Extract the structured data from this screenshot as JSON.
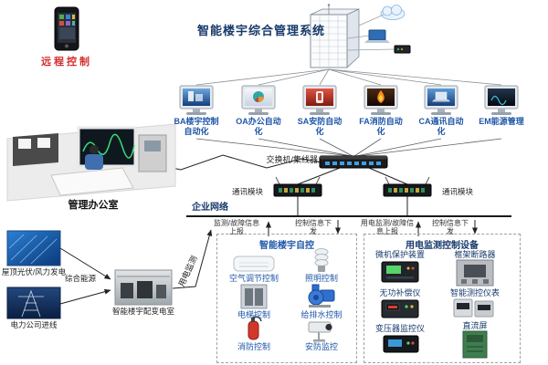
{
  "title": "智能楼宇综合管理系统",
  "remote_label": "远程控制",
  "office_label": "管理办公室",
  "subsystems": [
    "BA楼宇控制自动化",
    "OA办公自动化",
    "SA安防自动化",
    "FA消防自动化",
    "CA通讯自动化",
    "EM能源管理"
  ],
  "network": {
    "switch": "交换机/集线器",
    "comm_left": "通讯模块",
    "comm_right": "通讯模块",
    "enterprise": "企业网络"
  },
  "flows": {
    "report_building": "监测/故障信息上报",
    "control_building": "控制信息下发",
    "report_power": "用电监测/故障信息上报",
    "control_power": "控制信息下发",
    "power_monitor": "用电监测"
  },
  "building_auto": {
    "title": "智能楼宇自控",
    "items": [
      "空气调节控制",
      "照明控制",
      "电梯控制",
      "给排水控制",
      "消防控制",
      "安防监控"
    ]
  },
  "power_devices": {
    "title": "用电监测控制设备",
    "items": [
      "微机保护装置",
      "框架断路器",
      "无功补偿仪",
      "智能测控仪表",
      "变压器监控仪",
      "直流屏"
    ]
  },
  "energy": {
    "pv_wind": "屋顶光伏/风力发电",
    "integrated": "综合能源",
    "grid_in": "电力公司进线",
    "substation": "智能楼宇配变电室"
  },
  "colors": {
    "accent_blue": "#2057a7",
    "title_navy": "#173a6b",
    "alert_red": "#d42b2b"
  }
}
